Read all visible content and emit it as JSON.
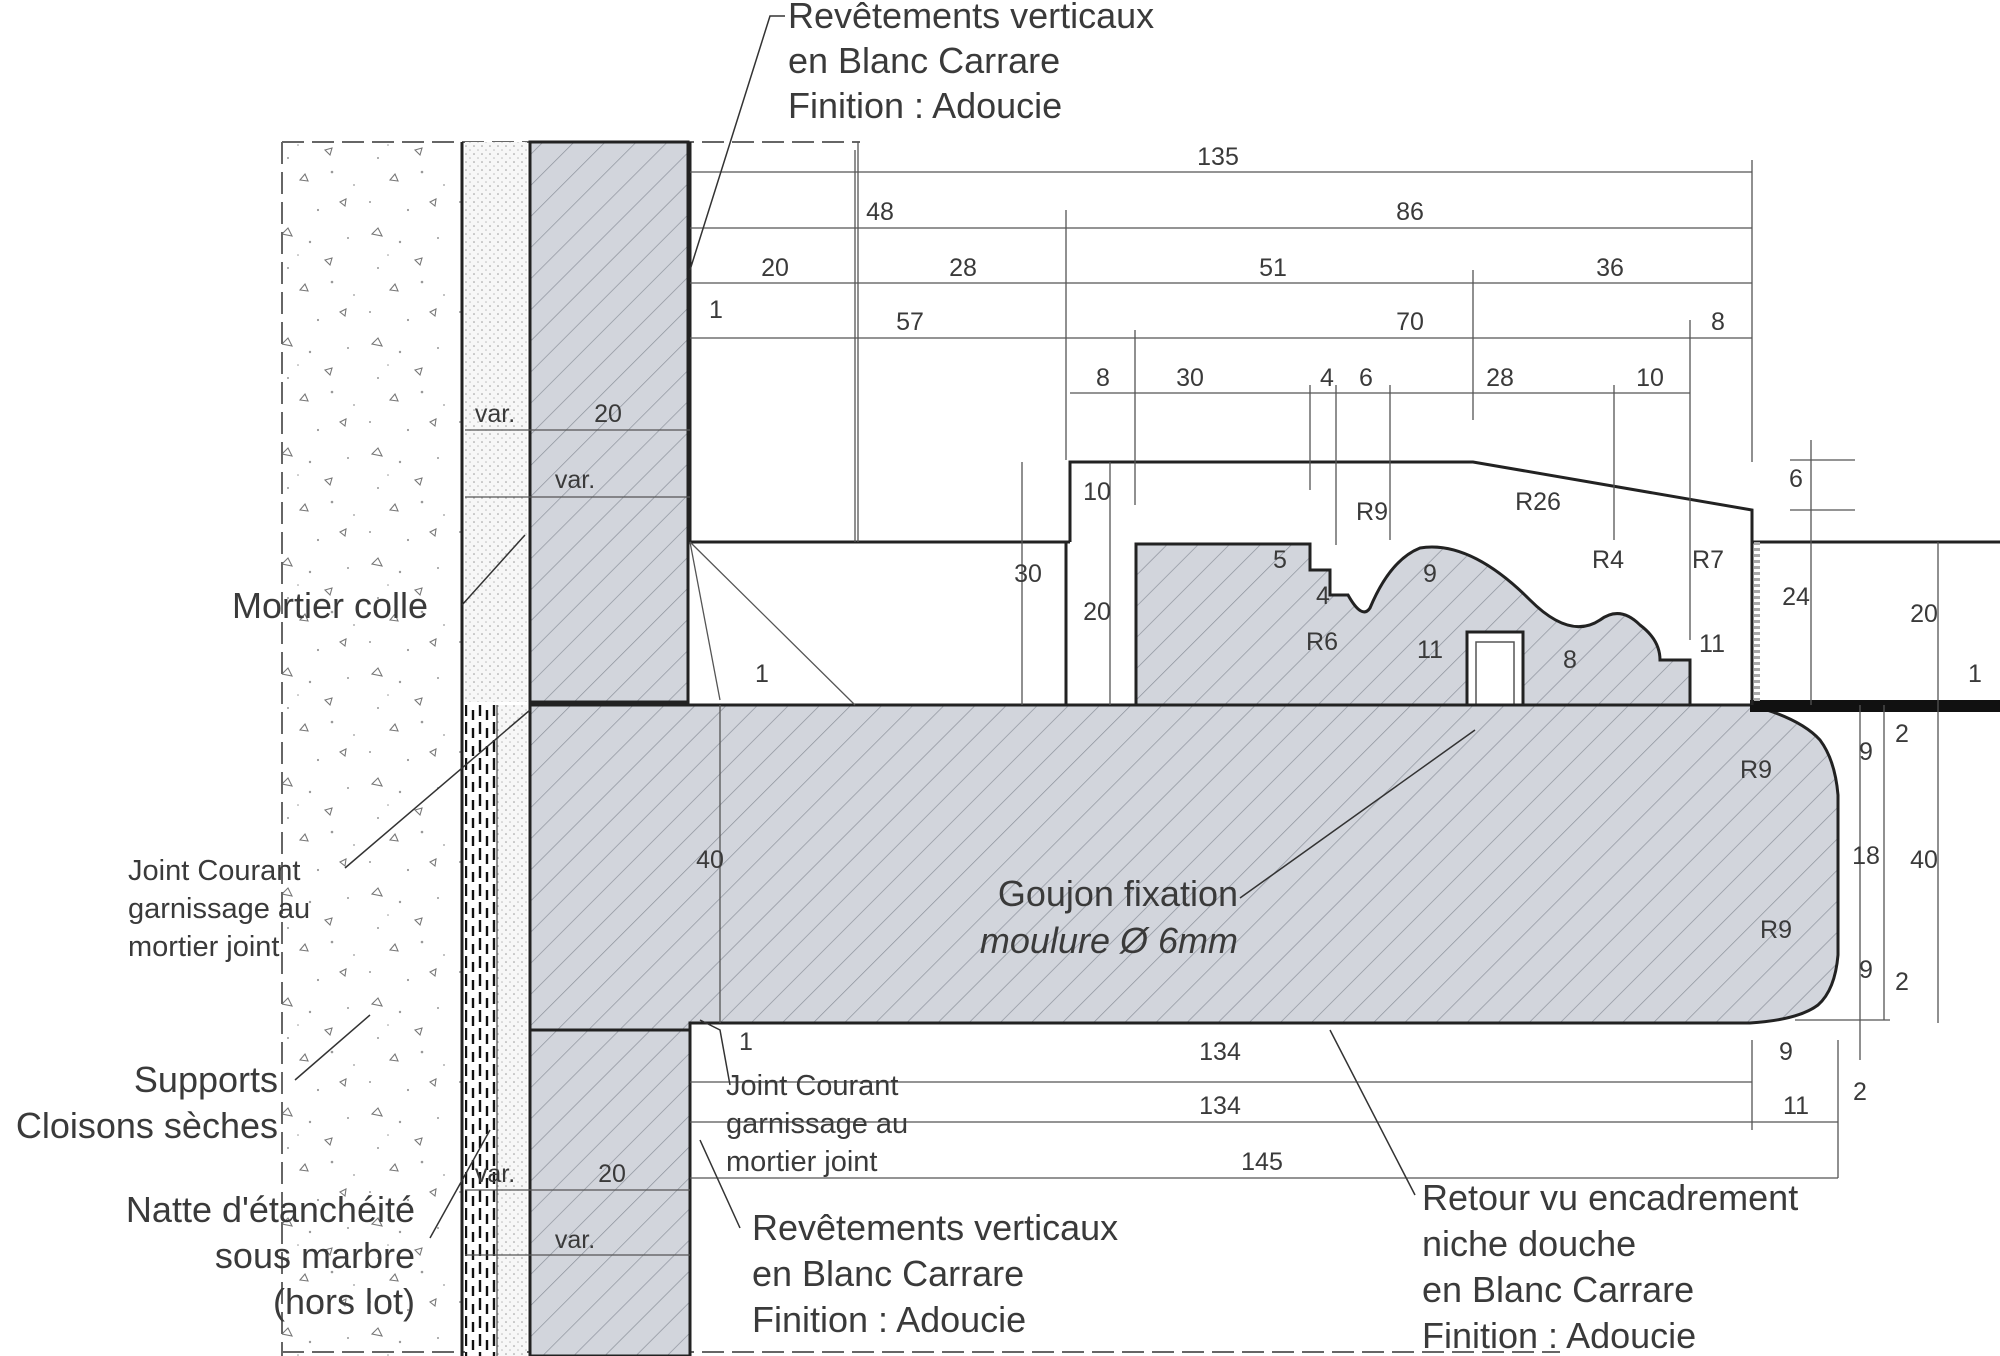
{
  "labels": {
    "top_cladding": [
      "Revêtements verticaux",
      "en Blanc Carrare",
      "Finition : Adoucie"
    ],
    "bottom_cladding": [
      "Revêtements verticaux",
      "en Blanc Carrare",
      "Finition : Adoucie"
    ],
    "mortier_colle": "Mortier colle",
    "joint_left": [
      "Joint Courant",
      "garnissage au",
      "mortier joint"
    ],
    "joint_bottom": [
      "Joint Courant",
      "garnissage au",
      "mortier joint"
    ],
    "supports": [
      "Supports",
      "Cloisons sèches"
    ],
    "natte": [
      "Natte d'étanchéité",
      "sous marbre",
      "(hors lot)"
    ],
    "goujon": [
      "Goujon fixation",
      "moulure Ø 6mm"
    ],
    "retour": [
      "Retour vu encadrement",
      "niche douche",
      "en Blanc Carrare",
      "Finition : Adoucie"
    ]
  },
  "dims": {
    "d135": "135",
    "d48": "48",
    "d86": "86",
    "d20a": "20",
    "d28a": "28",
    "d51": "51",
    "d36": "36",
    "d1a": "1",
    "d57": "57",
    "d70": "70",
    "d8a": "8",
    "d8b": "8",
    "d30a": "30",
    "d4a": "4",
    "d6a": "6",
    "d28b": "28",
    "d10a": "10",
    "dvar1": "var.",
    "d20b": "20",
    "dvar2": "var.",
    "d6b": "6",
    "d10b": "10",
    "d30b": "30",
    "d20c": "20",
    "d5": "5",
    "d4b": "4",
    "d9a": "9",
    "d11a": "11",
    "d8c": "8",
    "d11b": "11",
    "d24": "24",
    "d20d": "20",
    "d1b": "1",
    "d1c": "1",
    "d2a": "2",
    "d9b": "9",
    "d18": "18",
    "d40a": "40",
    "d40b": "40",
    "d9c": "9",
    "d2b": "2",
    "d1d": "1",
    "d134a": "134",
    "d9d": "9",
    "d2c": "2",
    "d134b": "134",
    "d11c": "11",
    "d145": "145",
    "dvar3": "var.",
    "d20e": "20",
    "dvar4": "var.",
    "rR9a": "R9",
    "rR26": "R26",
    "rR4": "R4",
    "rR7": "R7",
    "rR6": "R6",
    "rR9b": "R9",
    "rR9c": "R9"
  }
}
